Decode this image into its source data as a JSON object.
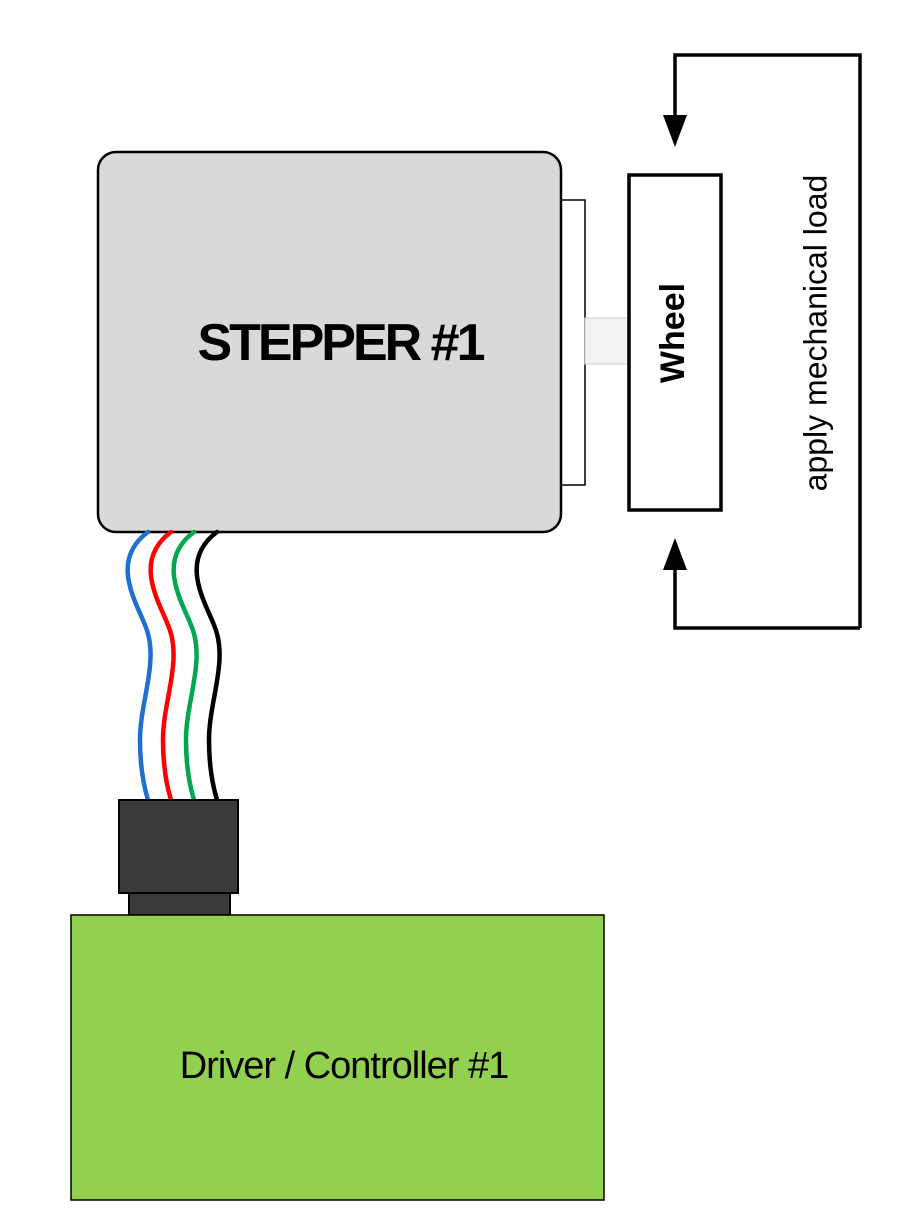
{
  "motor": {
    "label": "STEPPER #1",
    "fill": "#d9d9d9"
  },
  "wheel": {
    "label": "Wheel"
  },
  "load": {
    "label": "apply mechanical load"
  },
  "driver": {
    "label": "Driver / Controller #1",
    "fill": "#92d050"
  },
  "connector": {
    "fill": "#3a3a3a"
  },
  "wires": [
    {
      "color": "#1f6fd1"
    },
    {
      "color": "#ff0000"
    },
    {
      "color": "#00a651"
    },
    {
      "color": "#000000"
    }
  ]
}
